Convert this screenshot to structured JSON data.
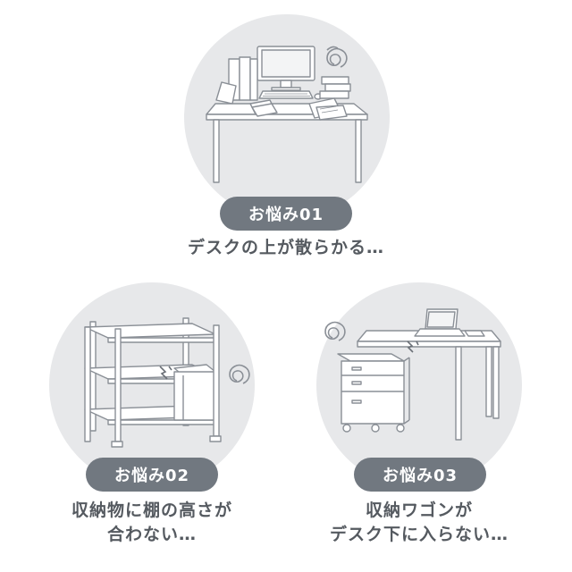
{
  "items": [
    {
      "badge": "お悩み01",
      "lines": [
        "デスクの上が散らかる…"
      ]
    },
    {
      "badge": "お悩み02",
      "lines": [
        "収納物に棚の高さが",
        "合わない…"
      ]
    },
    {
      "badge": "お悩み03",
      "lines": [
        "収納ワゴンが",
        "デスク下に入らない…"
      ]
    }
  ],
  "icons": {
    "confused": "swirl-icon",
    "collision": "impact-icon"
  },
  "colors": {
    "circle": "#e7e8ea",
    "badge": "#717880",
    "text": "#555a60",
    "line": "#8a8f96"
  }
}
